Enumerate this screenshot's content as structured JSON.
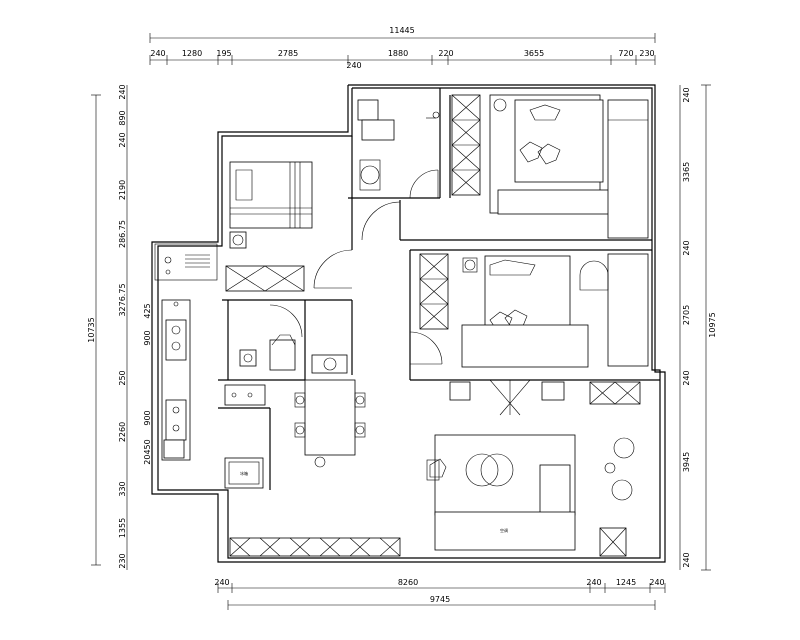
{
  "overall_top": "11445",
  "top_dims": [
    "240",
    "1280",
    "195",
    "2785",
    "1880",
    "220",
    "3655",
    "720",
    "230"
  ],
  "top_second": "240",
  "bottom_dims": [
    "240",
    "8260",
    "240",
    "1245",
    "240"
  ],
  "overall_bottom": "9745",
  "left_dims": [
    "240",
    "890",
    "240",
    "2190",
    "286.75",
    "3276.75",
    "425",
    "900",
    "250",
    "900",
    "2260",
    "20450",
    "330",
    "1355",
    "230"
  ],
  "overall_left": "10735",
  "right_dims": [
    "240",
    "3365",
    "240",
    "2705",
    "240",
    "3945",
    "240"
  ],
  "overall_right": "10975",
  "labels": {
    "fridge_text": "冰箱",
    "ac_text": "空调"
  }
}
